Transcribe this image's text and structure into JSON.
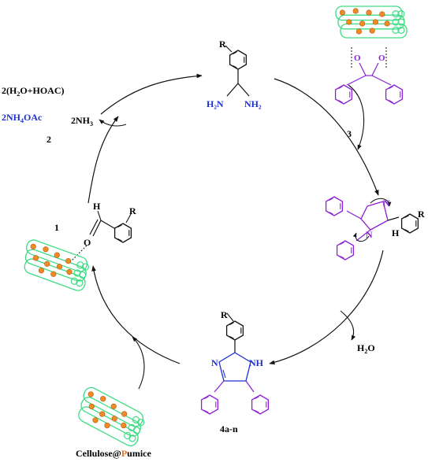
{
  "labels": {
    "water_acetic_prefix": "2(H",
    "water_acetic_sub1": "2",
    "water_acetic_suffix": "O+HOAC)",
    "ammonium_prefix": "2NH",
    "ammonium_sub": "4",
    "ammonium_suffix": "OAc",
    "ammonia_prefix": "2NH",
    "ammonia_sub": "3",
    "compound_2": "2",
    "compound_1": "1",
    "compound_3": "3",
    "product_4": "4a-n",
    "water_prefix": "H",
    "water_sub": "2",
    "water_suffix": "O",
    "catalyst_prefix": "Cellulose@",
    "catalyst_p": "P",
    "catalyst_suffix": "umice"
  },
  "atoms": {
    "r": "R",
    "h": "H",
    "o": "O",
    "n": "N",
    "nh": "NH",
    "h2n": "H₂N",
    "nh2": "NH₂"
  },
  "colors": {
    "blue_text": "#1a2fd1",
    "purple_struct": "#8a1fd6",
    "catalyst_green": "#3ddc84",
    "catalyst_orange": "#f08a24",
    "pumice_p": "#e8731c",
    "arrow": "#111111"
  }
}
